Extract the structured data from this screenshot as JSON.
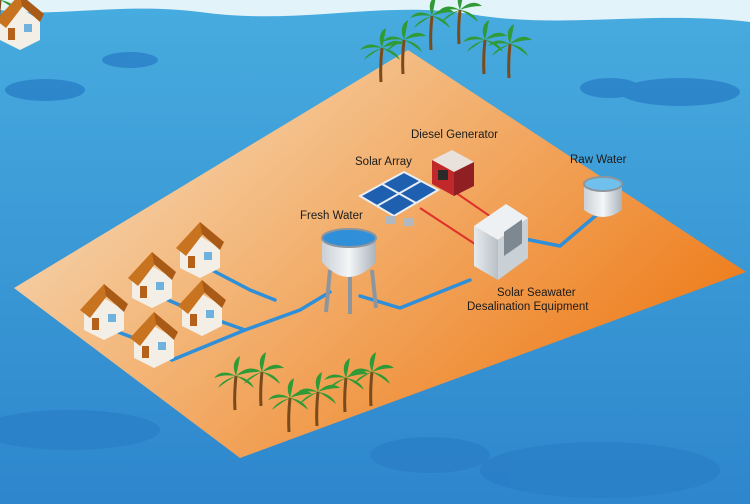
{
  "labels": {
    "diesel_generator": "Diesel Generator",
    "solar_array": "Solar Array",
    "raw_water": "Raw Water",
    "fresh_water": "Fresh Water",
    "desal_line1": "Solar Seawater",
    "desal_line2": "Desalination Equipment"
  },
  "colors": {
    "sea": "#3a9fd6",
    "sea_dark": "#2178c0",
    "island_light": "#f6dcc0",
    "island_orange": "#f08a2a",
    "pipe_blue": "#2f8fd8",
    "wire_red": "#e0302a",
    "palm_green": "#2f9a36"
  }
}
